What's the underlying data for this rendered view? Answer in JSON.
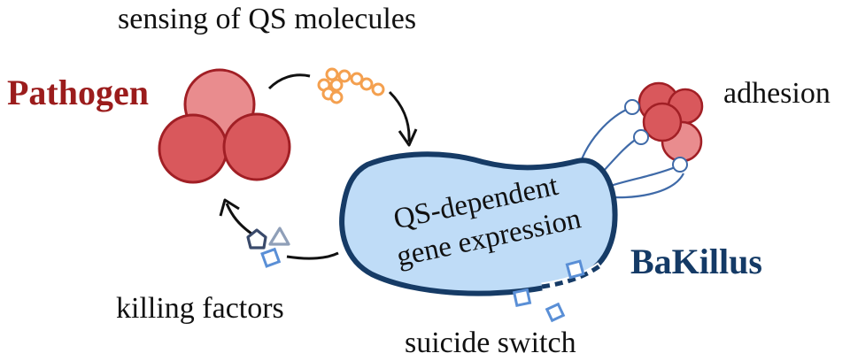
{
  "labels": {
    "sensing": "sensing of QS molecules",
    "pathogen": "Pathogen",
    "adhesion": "adhesion",
    "cell_line1": "QS-dependent",
    "cell_line2": "gene expression",
    "bakillus": "BaKillus",
    "killing": "killing factors",
    "suicide": "suicide switch"
  },
  "colors": {
    "pathogen_text": "#9b1c1c",
    "pathogen_fill": "#d9585c",
    "pathogen_fill_light": "#e98c8e",
    "pathogen_stroke": "#a11f25",
    "bakillus_text": "#143a66",
    "cell_fill": "#bfdcf7",
    "cell_stroke": "#163b66",
    "qs_molecule": "#f4a04f",
    "pilus": "#3f6aa8",
    "factor_dark": "#3a4a6b",
    "factor_grey": "#8f9fb8",
    "factor_blue": "#5a8fd6"
  }
}
